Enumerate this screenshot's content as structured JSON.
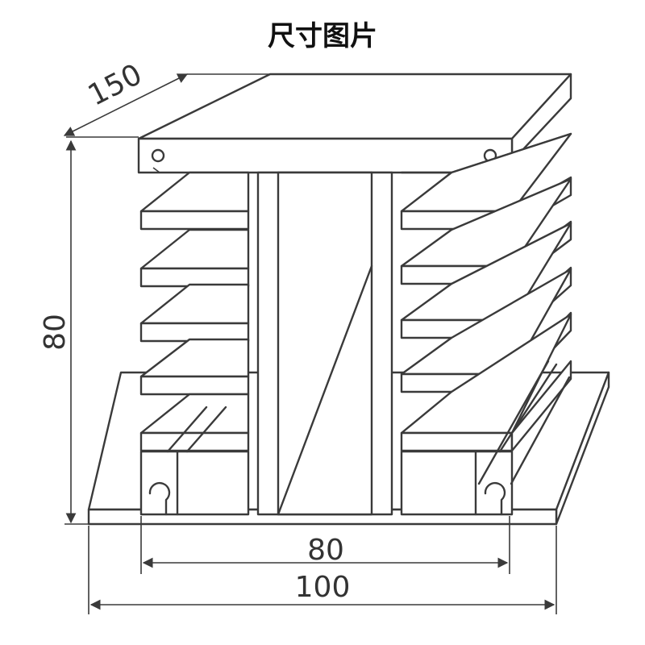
{
  "title": "尺寸图片",
  "dimensions": {
    "depth": "150",
    "height": "80",
    "inner_width": "80",
    "outer_width": "100"
  },
  "colors": {
    "line": "#3a3a3a",
    "background": "#ffffff",
    "title": "#111111"
  }
}
